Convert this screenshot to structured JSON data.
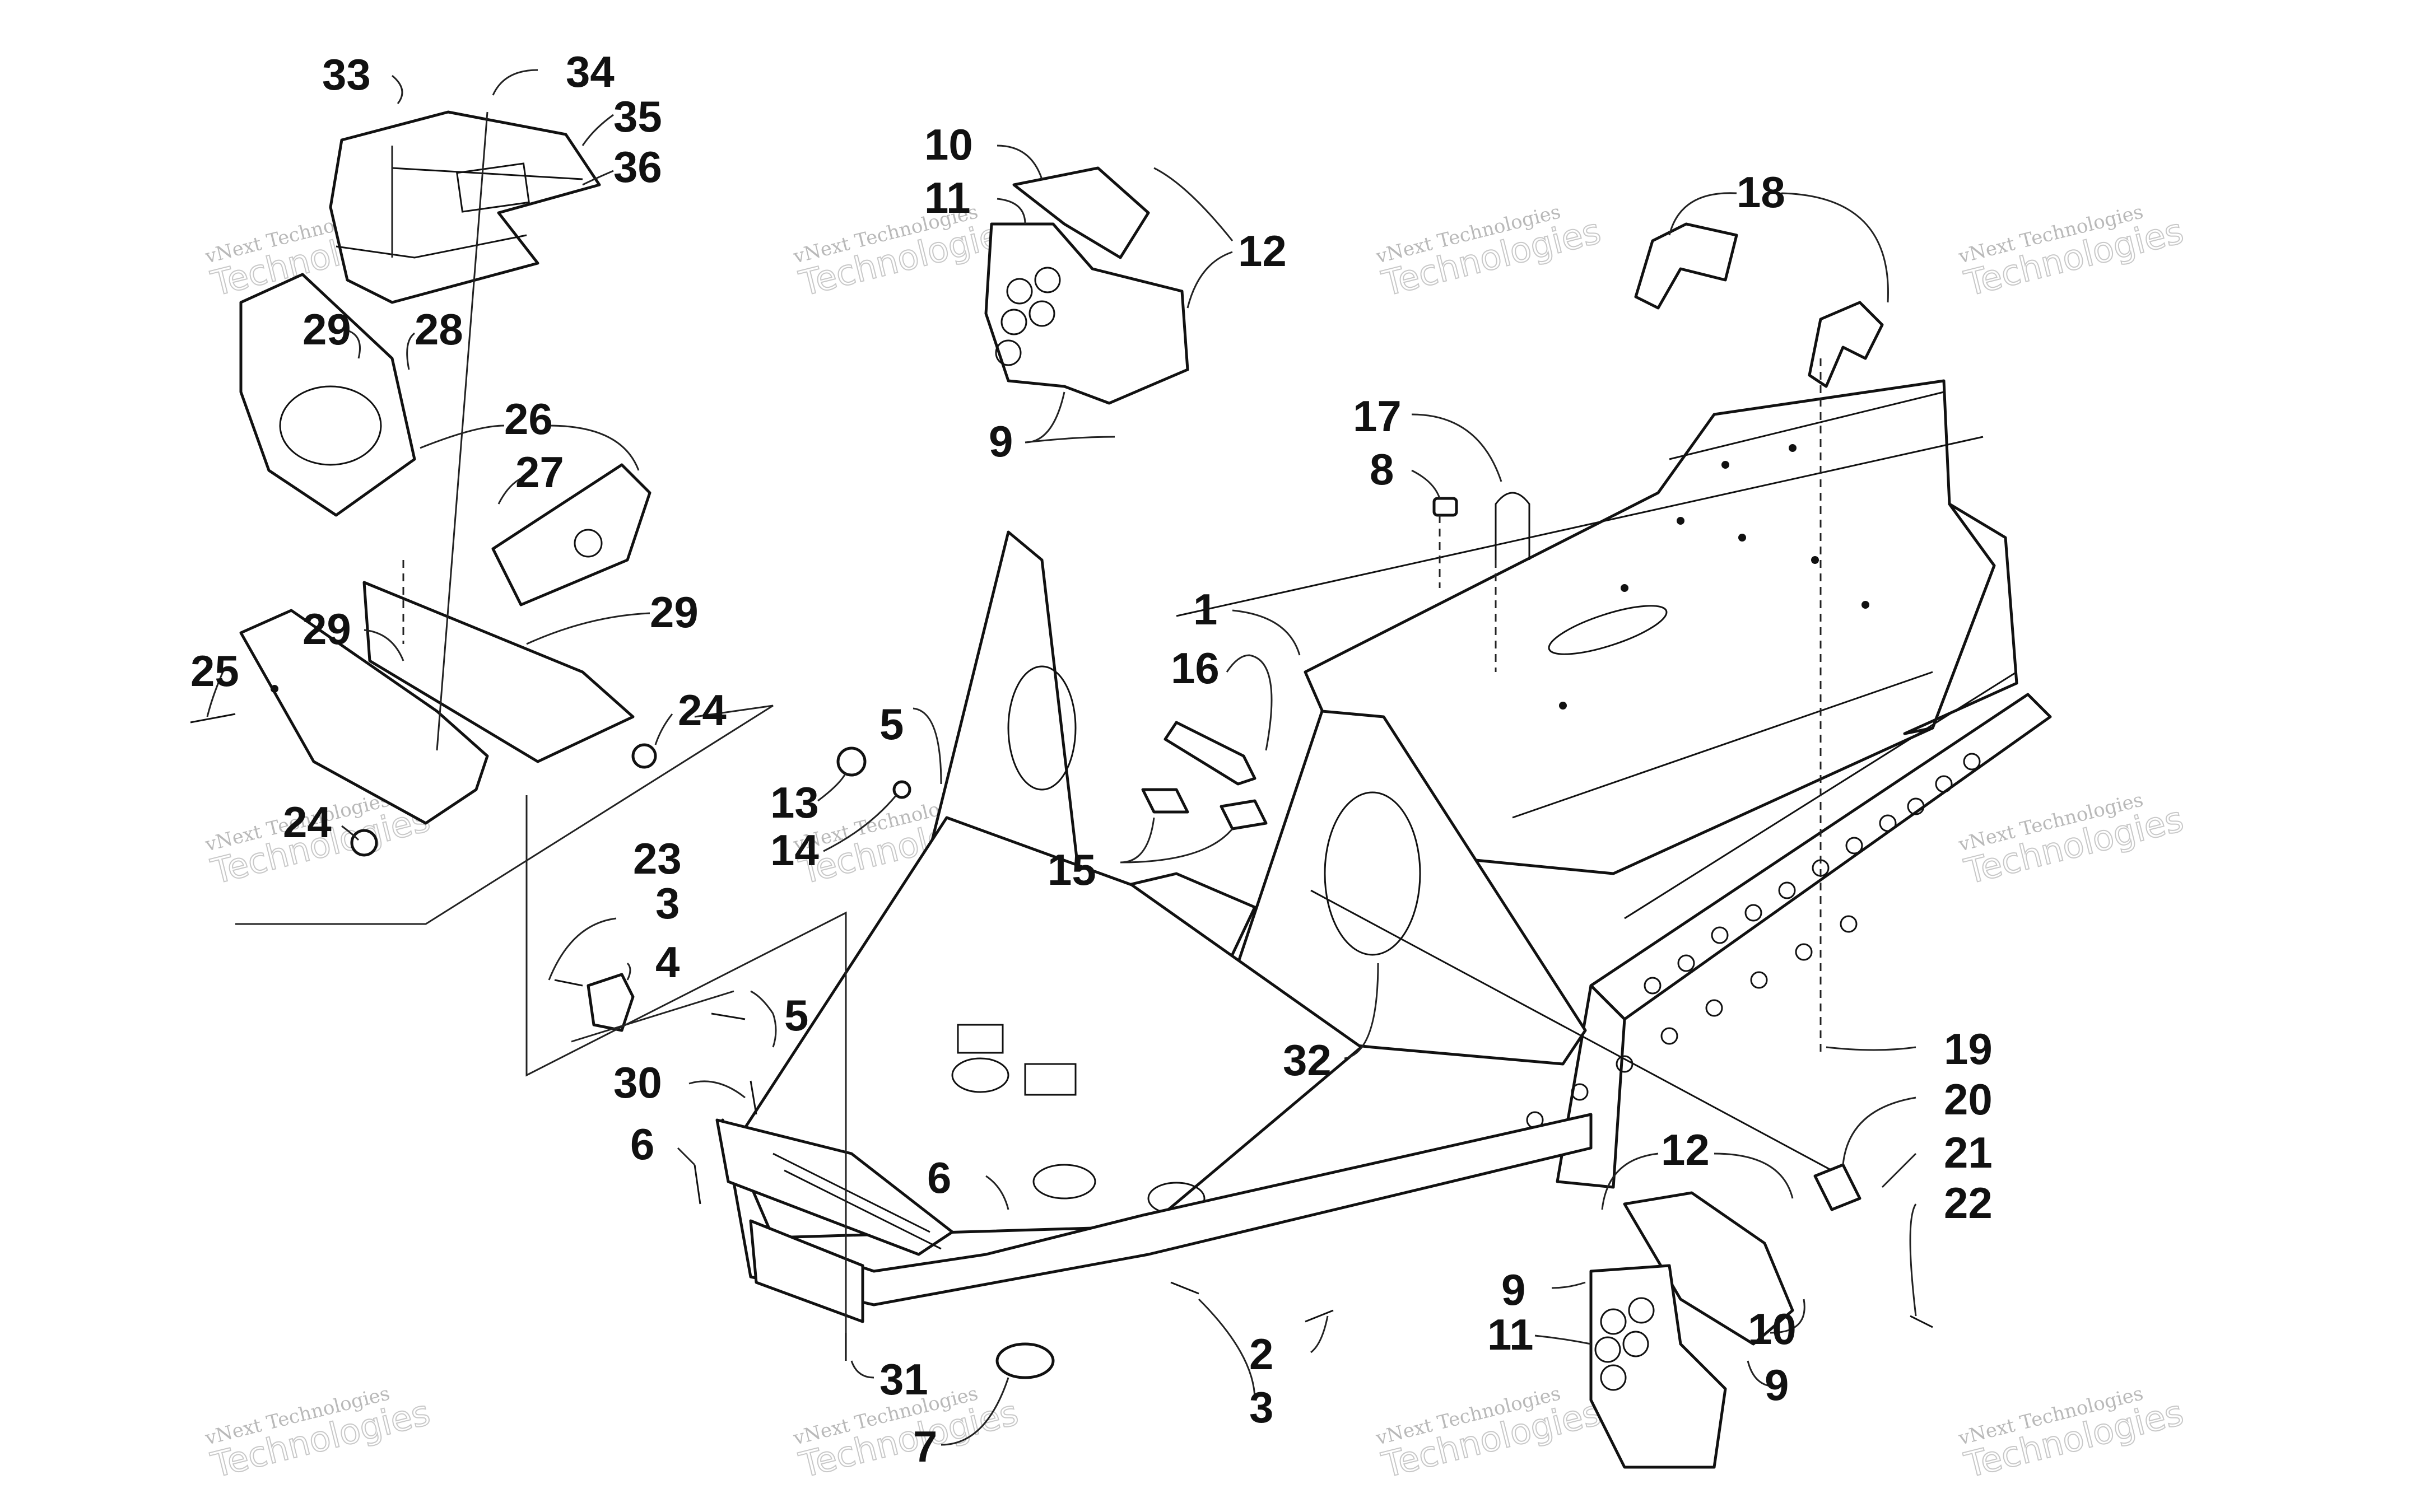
{
  "watermark": {
    "line1": "vNext Technologies",
    "line2": "Technologies",
    "ghost": "vNext"
  },
  "callouts": [
    {
      "id": "c33a",
      "label": "33"
    },
    {
      "id": "c34",
      "label": "34"
    },
    {
      "id": "c35",
      "label": "35"
    },
    {
      "id": "c36",
      "label": "36"
    },
    {
      "id": "c29a",
      "label": "29"
    },
    {
      "id": "c28",
      "label": "28"
    },
    {
      "id": "c26",
      "label": "26"
    },
    {
      "id": "c27",
      "label": "27"
    },
    {
      "id": "c29b",
      "label": "29"
    },
    {
      "id": "c29c",
      "label": "29"
    },
    {
      "id": "c25",
      "label": "25"
    },
    {
      "id": "c24a",
      "label": "24"
    },
    {
      "id": "c24b",
      "label": "24"
    },
    {
      "id": "c23",
      "label": "23"
    },
    {
      "id": "c3a",
      "label": "3"
    },
    {
      "id": "c4",
      "label": "4"
    },
    {
      "id": "c5a",
      "label": "5"
    },
    {
      "id": "c30",
      "label": "30"
    },
    {
      "id": "c6a",
      "label": "6"
    },
    {
      "id": "c6b",
      "label": "6"
    },
    {
      "id": "c31",
      "label": "31"
    },
    {
      "id": "c7",
      "label": "7"
    },
    {
      "id": "c10a",
      "label": "10"
    },
    {
      "id": "c11a",
      "label": "11"
    },
    {
      "id": "c12a",
      "label": "12"
    },
    {
      "id": "c9a",
      "label": "9"
    },
    {
      "id": "c5b",
      "label": "5"
    },
    {
      "id": "c13",
      "label": "13"
    },
    {
      "id": "c14",
      "label": "14"
    },
    {
      "id": "c15",
      "label": "15"
    },
    {
      "id": "c16",
      "label": "16"
    },
    {
      "id": "c1",
      "label": "1"
    },
    {
      "id": "c17",
      "label": "17"
    },
    {
      "id": "c8",
      "label": "8"
    },
    {
      "id": "c18",
      "label": "18"
    },
    {
      "id": "c32",
      "label": "32"
    },
    {
      "id": "c19",
      "label": "19"
    },
    {
      "id": "c20",
      "label": "20"
    },
    {
      "id": "c21",
      "label": "21"
    },
    {
      "id": "c22",
      "label": "22"
    },
    {
      "id": "c12b",
      "label": "12"
    },
    {
      "id": "c9b",
      "label": "9"
    },
    {
      "id": "c10b",
      "label": "10"
    },
    {
      "id": "c11b",
      "label": "11"
    },
    {
      "id": "c9c",
      "label": "9"
    },
    {
      "id": "c2",
      "label": "2"
    },
    {
      "id": "c3b",
      "label": "3"
    }
  ]
}
